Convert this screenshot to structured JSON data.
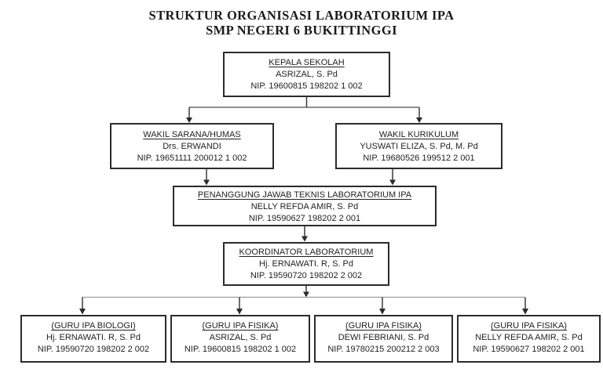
{
  "title": {
    "line1": "STRUKTUR ORGANISASI LABORATORIUM IPA",
    "line2": "SMP NEGERI 6 BUKITTINGGI"
  },
  "nodes": {
    "kepala": {
      "role": "KEPALA SEKOLAH",
      "name": "ASRIZAL, S. Pd",
      "nip": "NIP. 19600815 198202 1 002"
    },
    "wakil_sarana": {
      "role": "WAKIL SARANA/HUMAS",
      "name": "Drs. ERWANDI",
      "nip": "NIP. 19651111 200012 1 002"
    },
    "wakil_kurikulum": {
      "role": "WAKIL KURIKULUM",
      "name": "YUSWATI ELIZA, S. Pd, M. Pd",
      "nip": "NIP. 19680526 199512 2 001"
    },
    "penanggung_jawab": {
      "role": "PENANGGUNG JAWAB TEKNIS LABORATORIUM IPA",
      "name": "NELLY REFDA AMIR, S. Pd",
      "nip": "NIP. 19590627 198202 2 001"
    },
    "koordinator": {
      "role": "KOORDINATOR LABORATORIUM",
      "name": "Hj. ERNAWATI. R, S. Pd",
      "nip": "NIP. 19590720 198202 2 002"
    },
    "guru_biologi": {
      "role": "(GURU IPA BIOLOGI)",
      "name": "Hj. ERNAWATI. R, S. Pd",
      "nip": "NIP. 19590720 198202 2 002"
    },
    "guru_fisika_1": {
      "role": "(GURU IPA FISIKA)",
      "name": "ASRIZAL, S. Pd",
      "nip": "NIP. 19600815 198202 1 002"
    },
    "guru_fisika_2": {
      "role": "(GURU IPA FISIKA)",
      "name": "DEWI FEBRIANI, S. Pd",
      "nip": "NIP. 19780215 200212 2 003"
    },
    "guru_fisika_3": {
      "role": "(GURU IPA FISIKA)",
      "name": "NELLY REFDA AMIR, S. Pd",
      "nip": "NIP. 19590627 198202 2 001"
    }
  },
  "colors": {
    "box_border": "#2b2b2b",
    "line": "#3a3a3a",
    "lower_rail": "#9a9a9a",
    "text": "#1f1f1f",
    "background": "#ffffff"
  }
}
